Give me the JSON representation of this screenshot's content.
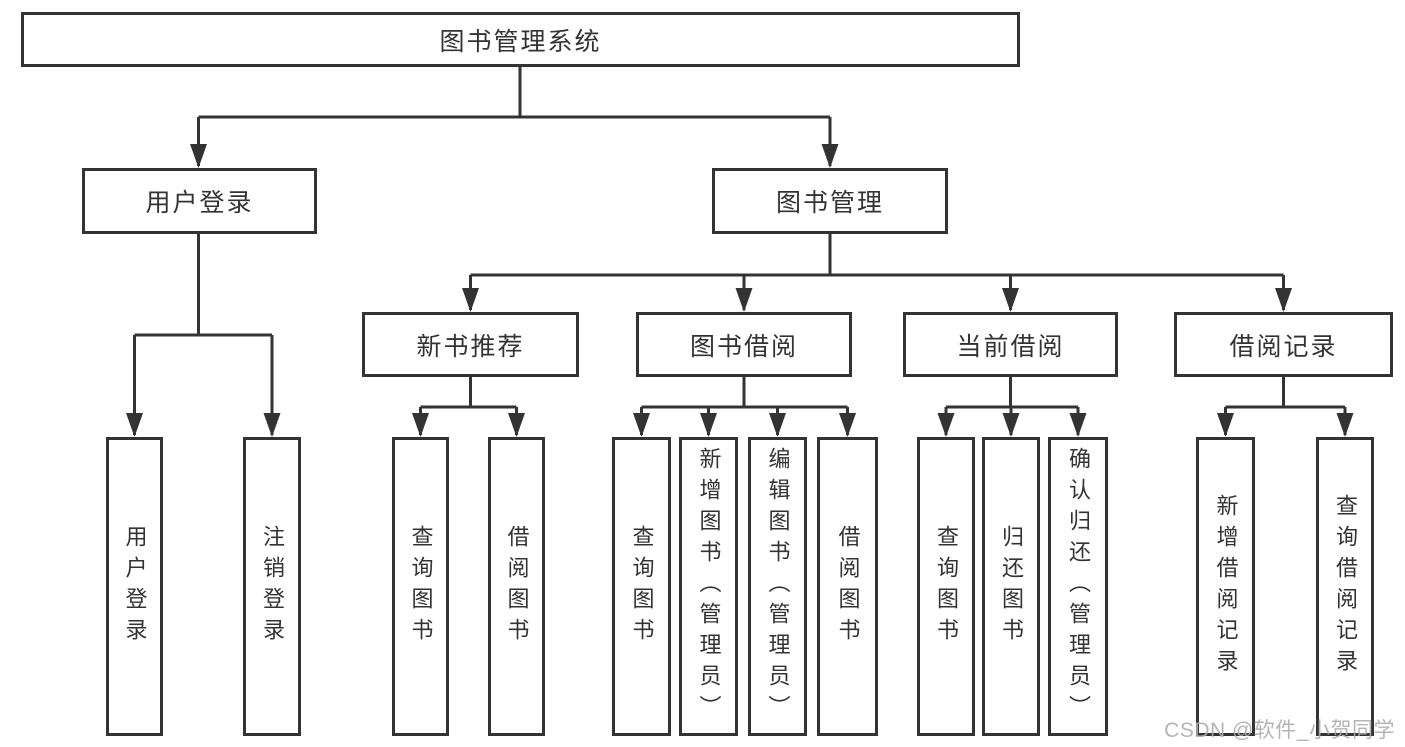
{
  "colors": {
    "background": "#ffffff",
    "line": "#333333",
    "box_border": "#333333",
    "box_fill": "#ffffff",
    "text": "#333333",
    "watermark": "#acacac"
  },
  "watermark": {
    "text": "CSDN @软件_小贺同学"
  },
  "nodes": {
    "root": {
      "label": "图书管理系统"
    },
    "user_login": {
      "label": "用户登录"
    },
    "book_management": {
      "label": "图书管理"
    },
    "new_book_recommend": {
      "label": "新书推荐"
    },
    "book_borrowing": {
      "label": "图书借阅"
    },
    "current_borrowing": {
      "label": "当前借阅"
    },
    "borrowing_records": {
      "label": "借阅记录"
    },
    "user_login_leaf": {
      "label": "用户登录"
    },
    "logout_leaf": {
      "label": "注销登录"
    },
    "query_books_recommend": {
      "label": "查询图书"
    },
    "borrow_books_recommend": {
      "label": "借阅图书"
    },
    "query_books_borrowing": {
      "label": "查询图书"
    },
    "add_books_admin": {
      "label": "新增图书（管理员）"
    },
    "edit_books_admin": {
      "label": "编辑图书（管理员）"
    },
    "borrow_books_borrowing": {
      "label": "借阅图书"
    },
    "query_books_current": {
      "label": "查询图书"
    },
    "return_books": {
      "label": "归还图书"
    },
    "confirm_return_admin": {
      "label": "确认归还（管理员）"
    },
    "add_borrow_record": {
      "label": "新增借阅记录"
    },
    "query_borrow_record": {
      "label": "查询借阅记录"
    }
  },
  "edges": [
    {
      "from": "图书管理系统",
      "to": [
        "用户登录",
        "图书管理"
      ]
    },
    {
      "from": "用户登录",
      "to": [
        "用户登录",
        "注销登录"
      ]
    },
    {
      "from": "图书管理",
      "to": [
        "新书推荐",
        "图书借阅",
        "当前借阅",
        "借阅记录"
      ]
    },
    {
      "from": "新书推荐",
      "to": [
        "查询图书",
        "借阅图书"
      ]
    },
    {
      "from": "图书借阅",
      "to": [
        "查询图书",
        "新增图书（管理员）",
        "编辑图书（管理员）",
        "借阅图书"
      ]
    },
    {
      "from": "当前借阅",
      "to": [
        "查询图书",
        "归还图书",
        "确认归还（管理员）"
      ]
    },
    {
      "from": "借阅记录",
      "to": [
        "新增借阅记录",
        "查询借阅记录"
      ]
    }
  ]
}
